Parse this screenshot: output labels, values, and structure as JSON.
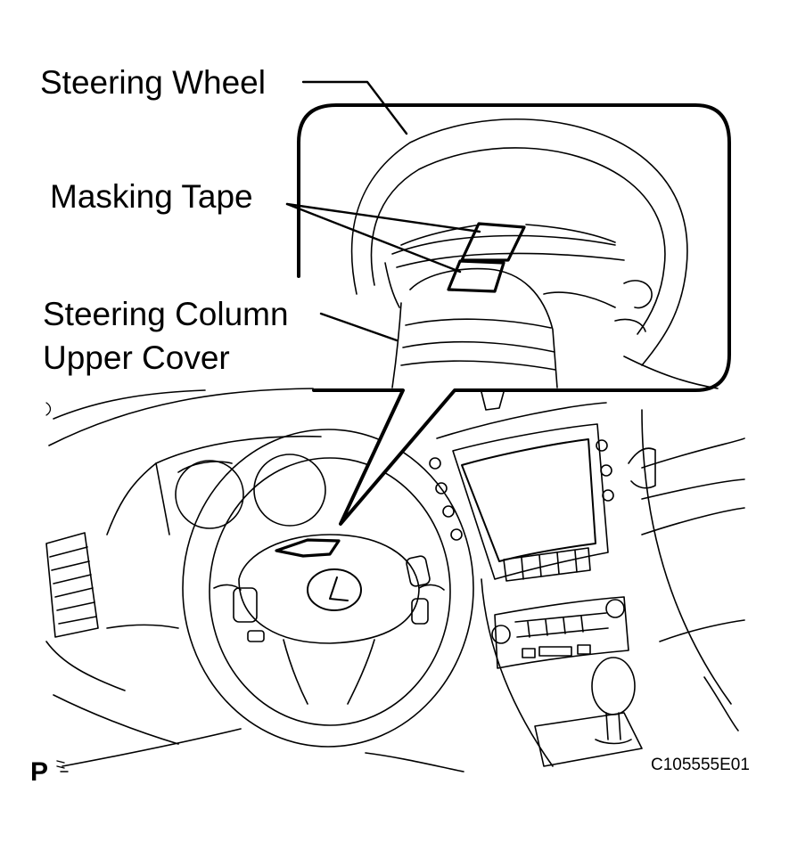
{
  "labels": {
    "steering_wheel": "Steering Wheel",
    "masking_tape": "Masking Tape",
    "column_cover_line1": "Steering Column",
    "column_cover_line2": "Upper Cover"
  },
  "figure_code": "C105555E01",
  "corner_mark": "P",
  "colors": {
    "ink": "#000000",
    "paper": "#ffffff"
  },
  "icons": [
    "steering-wheel-logo-icon"
  ]
}
